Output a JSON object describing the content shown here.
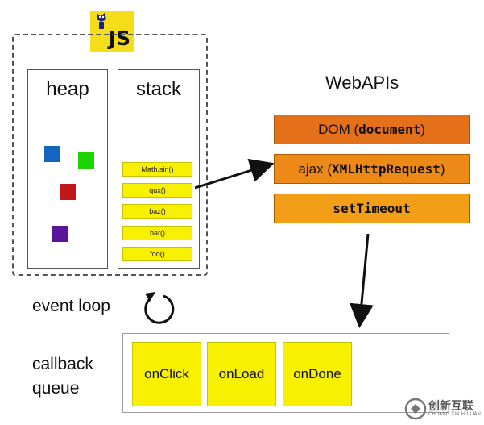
{
  "logo": {
    "text": "JS"
  },
  "engine": {
    "heap": {
      "title": "heap",
      "objects": [
        {
          "color": "#1565c0"
        },
        {
          "color": "#1ed400"
        },
        {
          "color": "#c01818"
        },
        {
          "color": "#5a1497"
        }
      ]
    },
    "stack": {
      "title": "stack",
      "frames": [
        "Math.sin()",
        "qux()",
        "baz()",
        "bar()",
        "foo()"
      ]
    }
  },
  "webapis": {
    "title": "WebAPIs",
    "items": [
      {
        "prefix": "DOM",
        "code": "document",
        "color": "#e5701a"
      },
      {
        "prefix": "ajax",
        "code": "XMLHttpRequest",
        "color": "#ed8a17"
      },
      {
        "prefix": "",
        "code": "setTimeout",
        "color": "#f29e17"
      }
    ]
  },
  "event_loop": {
    "label": "event loop"
  },
  "callback_queue": {
    "label_line1": "callback",
    "label_line2": "queue",
    "items": [
      "onClick",
      "onLoad",
      "onDone"
    ]
  },
  "watermark": {
    "text": "创新互联",
    "subtext": "CHUANG XIN HU LIAN"
  }
}
